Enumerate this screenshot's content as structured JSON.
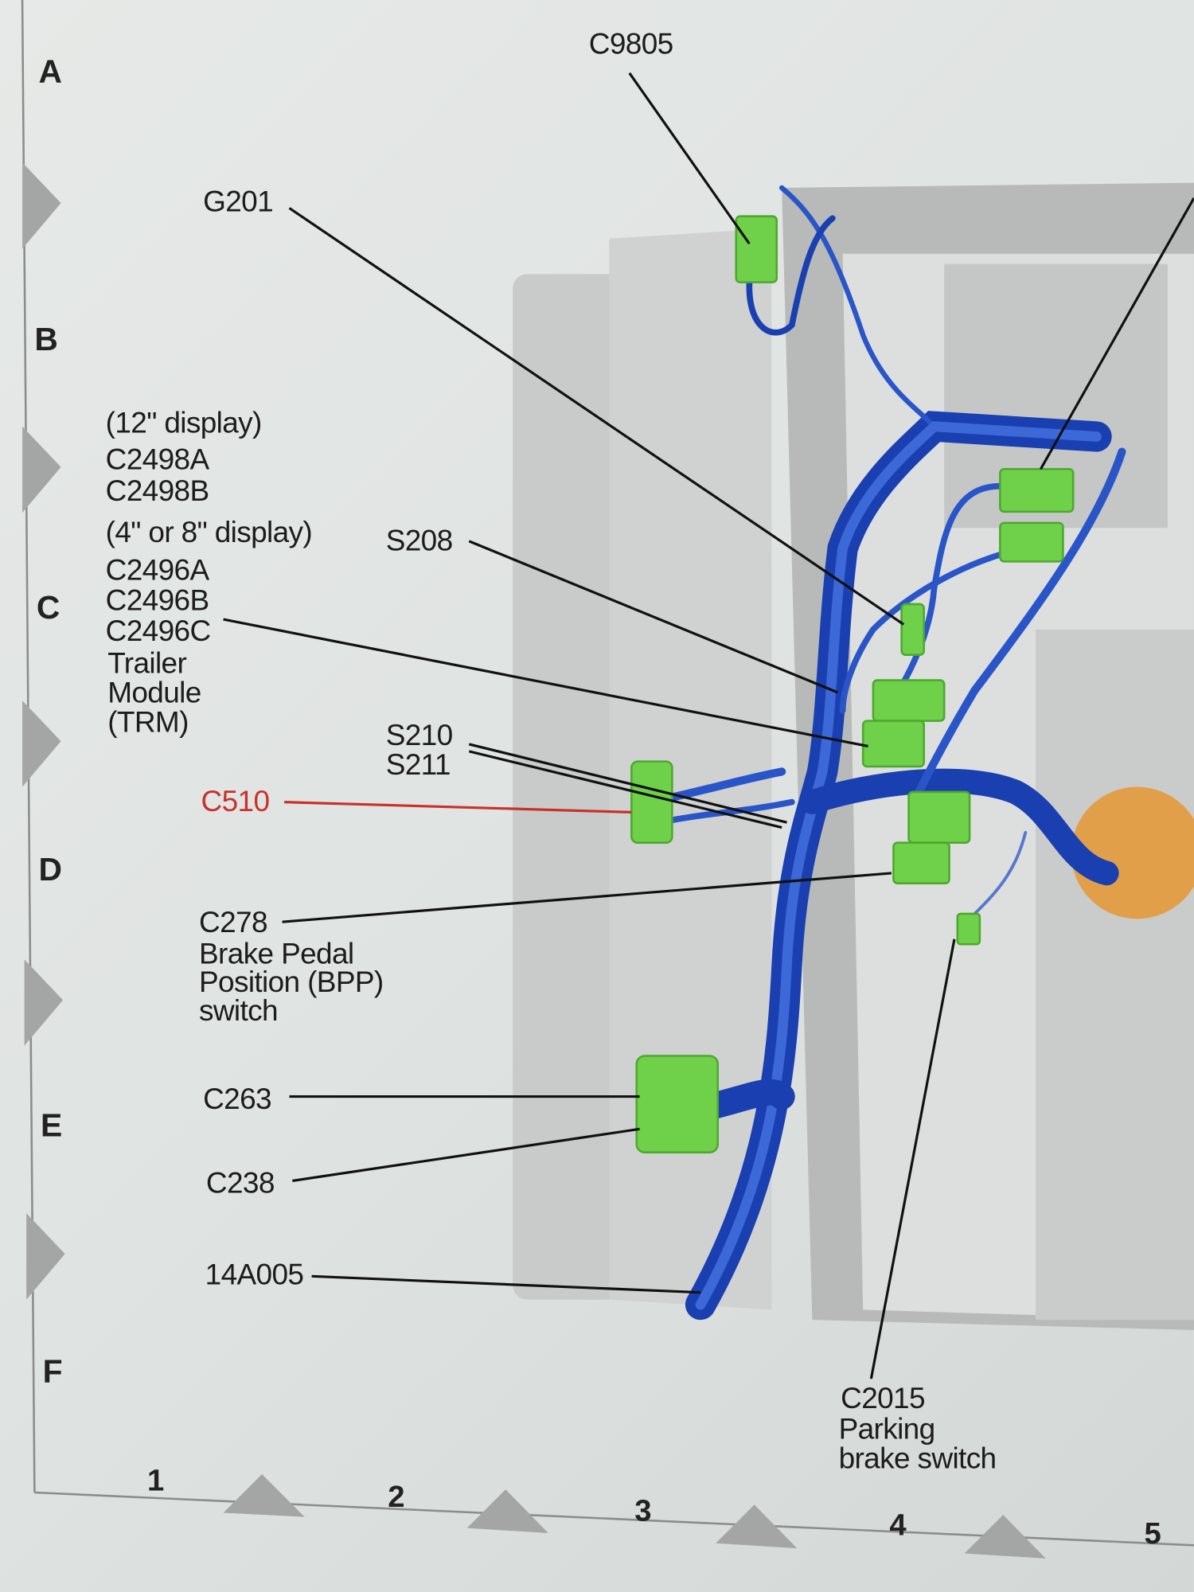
{
  "grid": {
    "rows": [
      "A",
      "B",
      "C",
      "D",
      "E",
      "F"
    ],
    "columns": [
      "1",
      "2",
      "3",
      "4",
      "5"
    ]
  },
  "labels": {
    "c9805": "C9805",
    "g201": "G201",
    "display12": "(12\" display)",
    "c2498a": "C2498A",
    "c2498b": "C2498B",
    "display48": "(4\" or 8\" display)",
    "c2496a": "C2496A",
    "c2496b": "C2496B",
    "c2496c": "C2496C",
    "trm": [
      "Trailer",
      "Module",
      "(TRM)"
    ],
    "s208": "S208",
    "s210": "S210",
    "s211": "S211",
    "c510": "C510",
    "c278": "C278",
    "bpp": [
      "Brake Pedal",
      "Position (BPP)",
      "switch"
    ],
    "c263": "C263",
    "c238": "C238",
    "harness": "14A005",
    "c2015": "C2015",
    "parking": [
      "Parking",
      "brake switch"
    ]
  },
  "colors": {
    "harness": "#1a3fb0",
    "connector": "#6fd04a",
    "highlight": "#c8322a"
  }
}
